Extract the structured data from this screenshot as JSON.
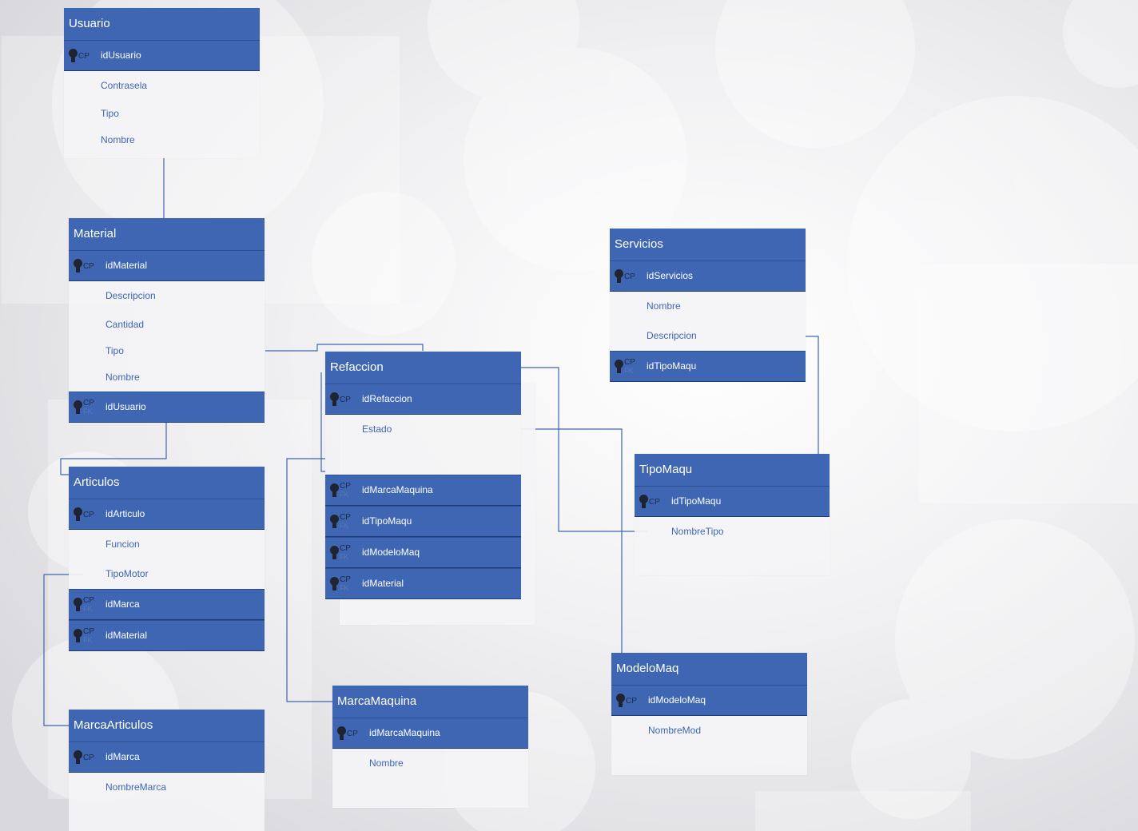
{
  "diagram": {
    "entities": {
      "usuario": {
        "title": "Usuario",
        "fields": [
          {
            "name": "idUsuario",
            "keys": [
              "CP"
            ]
          },
          {
            "name": "Contrasela",
            "keys": []
          },
          {
            "name": "Tipo",
            "keys": []
          },
          {
            "name": "Nombre",
            "keys": []
          }
        ]
      },
      "material": {
        "title": "Material",
        "fields": [
          {
            "name": "idMaterial",
            "keys": [
              "CP"
            ]
          },
          {
            "name": "Descripcion",
            "keys": []
          },
          {
            "name": "Cantidad",
            "keys": []
          },
          {
            "name": "Tipo",
            "keys": []
          },
          {
            "name": "Nombre",
            "keys": []
          },
          {
            "name": "idUsuario",
            "keys": [
              "CP",
              "FK"
            ]
          }
        ]
      },
      "articulos": {
        "title": "Articulos",
        "fields": [
          {
            "name": "idArticulo",
            "keys": [
              "CP"
            ]
          },
          {
            "name": "Funcion",
            "keys": []
          },
          {
            "name": "TipoMotor",
            "keys": []
          },
          {
            "name": "idMarca",
            "keys": [
              "CP",
              "FK"
            ]
          },
          {
            "name": "idMaterial",
            "keys": [
              "CP",
              "FK"
            ]
          }
        ]
      },
      "marcaarticulos": {
        "title": "MarcaArticulos",
        "fields": [
          {
            "name": "idMarca",
            "keys": [
              "CP"
            ]
          },
          {
            "name": "NombreMarca",
            "keys": []
          }
        ]
      },
      "refaccion": {
        "title": "Refaccion",
        "fields": [
          {
            "name": "idRefaccion",
            "keys": [
              "CP"
            ]
          },
          {
            "name": "Estado",
            "keys": []
          },
          {
            "name": "",
            "keys": []
          },
          {
            "name": "idMarcaMaquina",
            "keys": [
              "CP",
              "FK"
            ]
          },
          {
            "name": "idTipoMaqu",
            "keys": [
              "CP",
              "FK"
            ]
          },
          {
            "name": "idModeloMaq",
            "keys": [
              "CP",
              "FK"
            ]
          },
          {
            "name": "idMaterial",
            "keys": [
              "CP",
              "FK"
            ]
          }
        ]
      },
      "marcamaquina": {
        "title": "MarcaMaquina",
        "fields": [
          {
            "name": "idMarcaMaquina",
            "keys": [
              "CP"
            ]
          },
          {
            "name": "Nombre",
            "keys": []
          }
        ]
      },
      "servicios": {
        "title": "Servicios",
        "fields": [
          {
            "name": "idServicios",
            "keys": [
              "CP"
            ]
          },
          {
            "name": "Nombre",
            "keys": []
          },
          {
            "name": "Descripcion",
            "keys": []
          },
          {
            "name": "idTipoMaqu",
            "keys": [
              "CP",
              "FK"
            ]
          }
        ]
      },
      "tipomaqu": {
        "title": "TipoMaqu",
        "fields": [
          {
            "name": "idTipoMaqu",
            "keys": [
              "CP"
            ]
          },
          {
            "name": "NombreTipo",
            "keys": []
          }
        ]
      },
      "modelomaq": {
        "title": "ModeloMaq",
        "fields": [
          {
            "name": "idModeloMaq",
            "keys": [
              "CP"
            ]
          },
          {
            "name": "NombreMod",
            "keys": []
          }
        ]
      }
    },
    "colors": {
      "entity_header": "#3e66b2",
      "field_text": "#3e66b2",
      "connector": "#3e66b2",
      "background": "#e9e9eb"
    },
    "icons": {
      "primary_key": "key-icon"
    }
  }
}
